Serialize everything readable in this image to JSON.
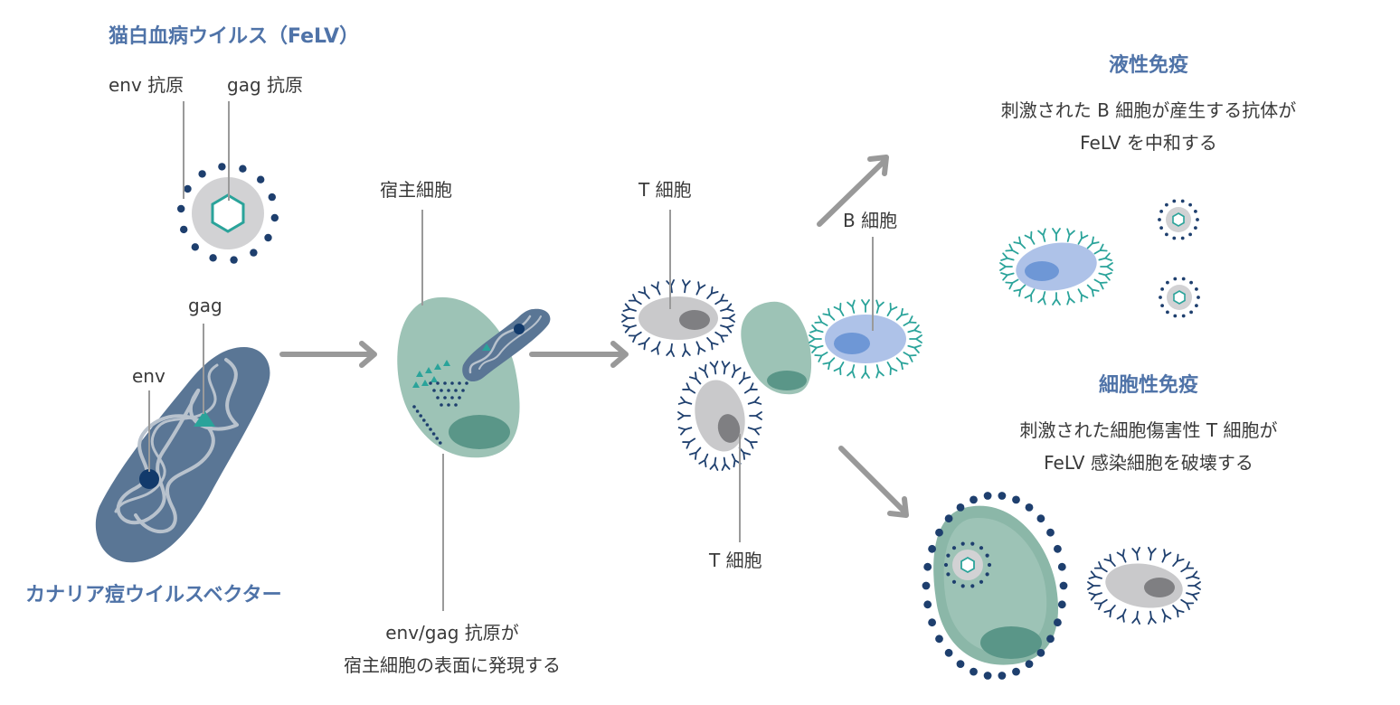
{
  "felv": {
    "title": "猫白血病ウイルス（FeLV）",
    "env_antigen": "env 抗原",
    "gag_antigen": "gag 抗原"
  },
  "vector": {
    "gag": "gag",
    "env": "env",
    "title": "カナリア痘ウイルスベクター"
  },
  "host": {
    "label": "宿主細胞",
    "caption_line1": "env/gag 抗原が",
    "caption_line2": "宿主細胞の表面に発現する"
  },
  "tcell": {
    "label_top": "T 細胞",
    "label_bottom": "T 細胞"
  },
  "bcell": {
    "label": "B 細胞"
  },
  "humoral": {
    "title": "液性免疫",
    "line1": "刺激された B 細胞が産生する抗体が",
    "line2": "FeLV を中和する"
  },
  "cellular": {
    "title": "細胞性免疫",
    "line1": "刺激された細胞傷害性 T 細胞が",
    "line2": "FeLV 感染細胞を破壊する"
  },
  "colors": {
    "title_blue": "#4f73a8",
    "navy": "#1e3f6e",
    "teal": "#2aa39a",
    "slate": "#5a7695",
    "mint": "#9dc3b6",
    "mint_dark": "#5a9688",
    "gray_cell": "#c9c9cb",
    "gray_nucleus": "#7f7f82",
    "b_cell": "#aec2e8",
    "b_nucleus": "#6e97d6",
    "arrow": "#999999",
    "line": "#9a9a9a"
  }
}
